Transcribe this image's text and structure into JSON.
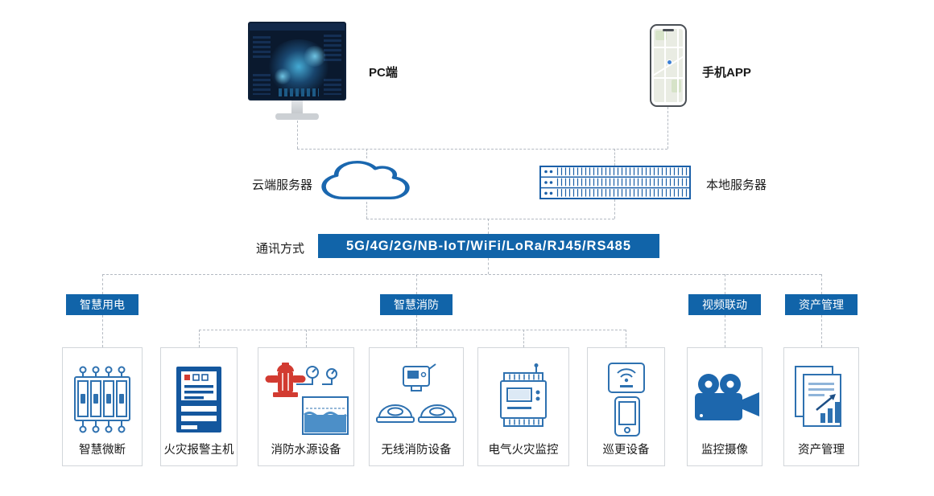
{
  "top": {
    "pc_label": "PC端",
    "phone_label": "手机APP"
  },
  "servers": {
    "cloud_label": "云端服务器",
    "local_label": "本地服务器"
  },
  "comm": {
    "label": "通讯方式",
    "banner": "5G/4G/2G/NB-IoT/WiFi/LoRa/RJ45/RS485"
  },
  "categories": [
    {
      "id": "smart-power",
      "label": "智慧用电"
    },
    {
      "id": "smart-fire",
      "label": "智慧消防"
    },
    {
      "id": "video-linkage",
      "label": "视频联动"
    },
    {
      "id": "asset-management",
      "label": "资产管理"
    }
  ],
  "devices": [
    {
      "label": "智慧微断",
      "icon": "circuit-breaker-icon"
    },
    {
      "label": "火灾报警主机",
      "icon": "fire-alarm-panel-icon"
    },
    {
      "label": "消防水源设备",
      "icon": "fire-hydrant-icon"
    },
    {
      "label": "无线消防设备",
      "icon": "smoke-detector-icon"
    },
    {
      "label": "电气火灾监控",
      "icon": "power-meter-icon"
    },
    {
      "label": "巡更设备",
      "icon": "patrol-device-icon"
    },
    {
      "label": "监控摄像",
      "icon": "video-camera-icon"
    },
    {
      "label": "资产管理",
      "icon": "asset-report-icon"
    }
  ],
  "colors": {
    "accent_blue": "#1164a9",
    "icon_blue": "#2e71b0",
    "alarm_red": "#d23b31",
    "line_gray": "#b4bac2"
  }
}
